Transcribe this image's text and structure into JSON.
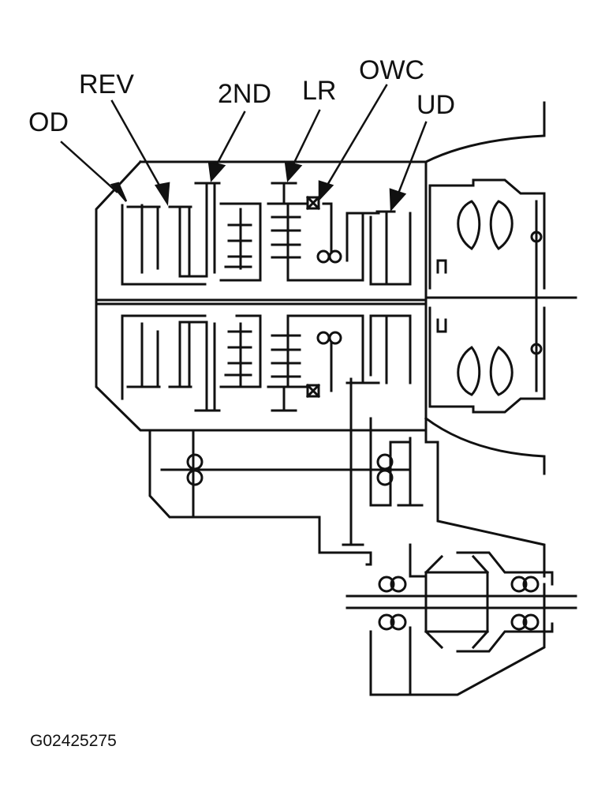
{
  "labels": {
    "od": "OD",
    "rev": "REV",
    "second": "2ND",
    "lr": "LR",
    "owc": "OWC",
    "ud": "UD"
  },
  "figure_id": "G02425275",
  "colors": {
    "ink": "#111111",
    "paper": "#ffffff"
  }
}
